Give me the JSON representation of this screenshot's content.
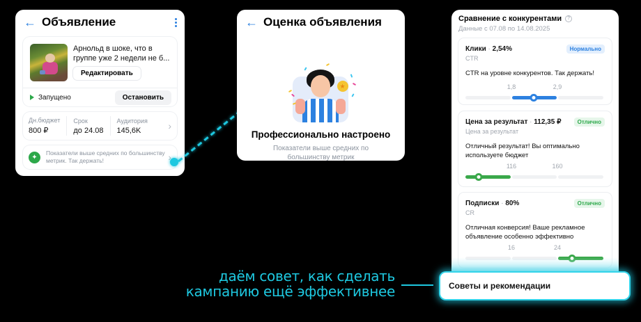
{
  "ad_screen": {
    "title": "Объявление",
    "back_icon": "arrow-left-icon",
    "more_icon": "more-vertical-icon",
    "ad": {
      "text": "Арнольд в шоке, что в группе уже 2 недели не б...",
      "edit_label": "Редактировать",
      "status": "Запущено",
      "stop_label": "Остановить"
    },
    "stats": [
      {
        "label": "Дн.бюджет",
        "value": "800 ₽"
      },
      {
        "label": "Срок",
        "value": "до 24.08"
      },
      {
        "label": "Аудитория",
        "value": "145,6K"
      }
    ],
    "tip": "Показатели выше средних по большинству метрик. Так держать!"
  },
  "rating_screen": {
    "title": "Оценка объявления",
    "headline": "Профессионально настроено",
    "subtitle": "Показатели выше средних по большинству метрик"
  },
  "comparison_screen": {
    "title": "Сравнение с конкурентами",
    "period": "Данные с 07.08 по 14.08.2025",
    "metrics": [
      {
        "name": "Клики",
        "value": "2,54%",
        "subtitle": "CTR",
        "badge": "Нормально",
        "description": "CTR на уровне конкурентов. Так держать!",
        "ticks": [
          "1,8",
          "2,9"
        ]
      },
      {
        "name": "Цена за результат",
        "value": "112,35 ₽",
        "subtitle": "Цена за результат",
        "badge": "Отлично",
        "description": "Отличный результат! Вы оптимально используете бюджет",
        "ticks": [
          "116",
          "160"
        ]
      },
      {
        "name": "Подписки",
        "value": "80%",
        "subtitle": "CR",
        "badge": "Отлично",
        "description": "Отличная конверсия! Ваше рекламное объявление особенно эффективно",
        "ticks": [
          "16",
          "24"
        ]
      }
    ]
  },
  "callout": {
    "caption_line1": "даём совет, как сделать",
    "caption_line2": "кампанию ещё эффективнее",
    "tips_label": "Советы и рекомендации"
  },
  "colors": {
    "accent_blue": "#2d81e0",
    "success_green": "#2da84a",
    "highlight_cyan": "#1ec8e0",
    "background": "#000000"
  }
}
